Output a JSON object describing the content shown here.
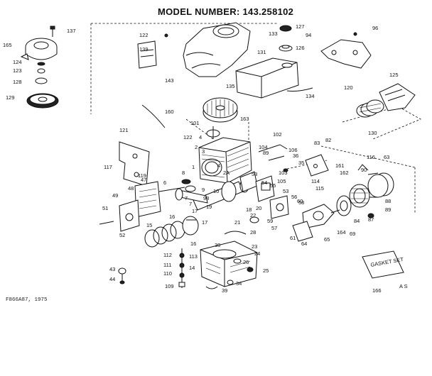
{
  "title": "MODEL NUMBER:  143.258102",
  "footer_left": "F866A87, 1975",
  "footer_right": "166",
  "footer_initials": "A S",
  "gasket_set_label": "GASKET SET",
  "labels": [
    {
      "id": "137",
      "text": "137"
    },
    {
      "id": "165",
      "text": "165"
    },
    {
      "id": "124",
      "text": "124"
    },
    {
      "id": "123",
      "text": "123"
    },
    {
      "id": "128",
      "text": "128"
    },
    {
      "id": "129",
      "text": "129"
    },
    {
      "id": "122a",
      "text": "122"
    },
    {
      "id": "139",
      "text": "139"
    },
    {
      "id": "143",
      "text": "143"
    },
    {
      "id": "133",
      "text": "133"
    },
    {
      "id": "127",
      "text": "127"
    },
    {
      "id": "94",
      "text": "94"
    },
    {
      "id": "96",
      "text": "96"
    },
    {
      "id": "131",
      "text": "131"
    },
    {
      "id": "126",
      "text": "126"
    },
    {
      "id": "125",
      "text": "125"
    },
    {
      "id": "134",
      "text": "134"
    },
    {
      "id": "135",
      "text": "135"
    },
    {
      "id": "120",
      "text": "120"
    },
    {
      "id": "130",
      "text": "130"
    },
    {
      "id": "160",
      "text": "160"
    },
    {
      "id": "101",
      "text": "101"
    },
    {
      "id": "163",
      "text": "163"
    },
    {
      "id": "121",
      "text": "121"
    },
    {
      "id": "122b",
      "text": "122"
    },
    {
      "id": "4a",
      "text": "4"
    },
    {
      "id": "2",
      "text": "2"
    },
    {
      "id": "3",
      "text": "3"
    },
    {
      "id": "102",
      "text": "102"
    },
    {
      "id": "104",
      "text": "104"
    },
    {
      "id": "106",
      "text": "106"
    },
    {
      "id": "89",
      "text": "89"
    },
    {
      "id": "36",
      "text": "36"
    },
    {
      "id": "35",
      "text": "35"
    },
    {
      "id": "83",
      "text": "83"
    },
    {
      "id": "82",
      "text": "82"
    },
    {
      "id": "116",
      "text": "116"
    },
    {
      "id": "63",
      "text": "63"
    },
    {
      "id": "117",
      "text": "117"
    },
    {
      "id": "119",
      "text": "119"
    },
    {
      "id": "1",
      "text": "1"
    },
    {
      "id": "4b",
      "text": "4"
    },
    {
      "id": "2A",
      "text": "2A"
    },
    {
      "id": "103",
      "text": "103"
    },
    {
      "id": "105",
      "text": "105"
    },
    {
      "id": "53a",
      "text": "53"
    },
    {
      "id": "54",
      "text": "54"
    },
    {
      "id": "55",
      "text": "55"
    },
    {
      "id": "56",
      "text": "56"
    },
    {
      "id": "53b",
      "text": "53"
    },
    {
      "id": "58",
      "text": "58"
    },
    {
      "id": "161",
      "text": "161"
    },
    {
      "id": "162",
      "text": "162"
    },
    {
      "id": "114",
      "text": "114"
    },
    {
      "id": "115",
      "text": "115"
    },
    {
      "id": "90",
      "text": "90"
    },
    {
      "id": "88",
      "text": "88"
    },
    {
      "id": "89b",
      "text": "89"
    },
    {
      "id": "87",
      "text": "87"
    },
    {
      "id": "6",
      "text": "6"
    },
    {
      "id": "8",
      "text": "8"
    },
    {
      "id": "47",
      "text": "47"
    },
    {
      "id": "48",
      "text": "48"
    },
    {
      "id": "49",
      "text": "49"
    },
    {
      "id": "9",
      "text": "9"
    },
    {
      "id": "7a",
      "text": "7"
    },
    {
      "id": "98",
      "text": "98"
    },
    {
      "id": "10",
      "text": "10"
    },
    {
      "id": "7b",
      "text": "7"
    },
    {
      "id": "16a",
      "text": "16"
    },
    {
      "id": "17a",
      "text": "17"
    },
    {
      "id": "19",
      "text": "19"
    },
    {
      "id": "18",
      "text": "18"
    },
    {
      "id": "20",
      "text": "20"
    },
    {
      "id": "22",
      "text": "22"
    },
    {
      "id": "17b",
      "text": "17"
    },
    {
      "id": "21",
      "text": "21"
    },
    {
      "id": "57",
      "text": "57"
    },
    {
      "id": "59",
      "text": "59"
    },
    {
      "id": "60",
      "text": "60"
    },
    {
      "id": "61",
      "text": "61"
    },
    {
      "id": "64",
      "text": "64"
    },
    {
      "id": "65",
      "text": "65"
    },
    {
      "id": "84",
      "text": "84"
    },
    {
      "id": "164",
      "text": "164"
    },
    {
      "id": "69",
      "text": "69"
    },
    {
      "id": "51",
      "text": "51"
    },
    {
      "id": "52",
      "text": "52"
    },
    {
      "id": "15",
      "text": "15"
    },
    {
      "id": "28",
      "text": "28"
    },
    {
      "id": "16b",
      "text": "16"
    },
    {
      "id": "30",
      "text": "30"
    },
    {
      "id": "23",
      "text": "23"
    },
    {
      "id": "24",
      "text": "24"
    },
    {
      "id": "112",
      "text": "112"
    },
    {
      "id": "113",
      "text": "113"
    },
    {
      "id": "111",
      "text": "111"
    },
    {
      "id": "14",
      "text": "14"
    },
    {
      "id": "26",
      "text": "26"
    },
    {
      "id": "110",
      "text": "110"
    },
    {
      "id": "25",
      "text": "25"
    },
    {
      "id": "43",
      "text": "43"
    },
    {
      "id": "44",
      "text": "44"
    },
    {
      "id": "109",
      "text": "109"
    },
    {
      "id": "39",
      "text": "39"
    },
    {
      "id": "34",
      "text": "34"
    }
  ]
}
